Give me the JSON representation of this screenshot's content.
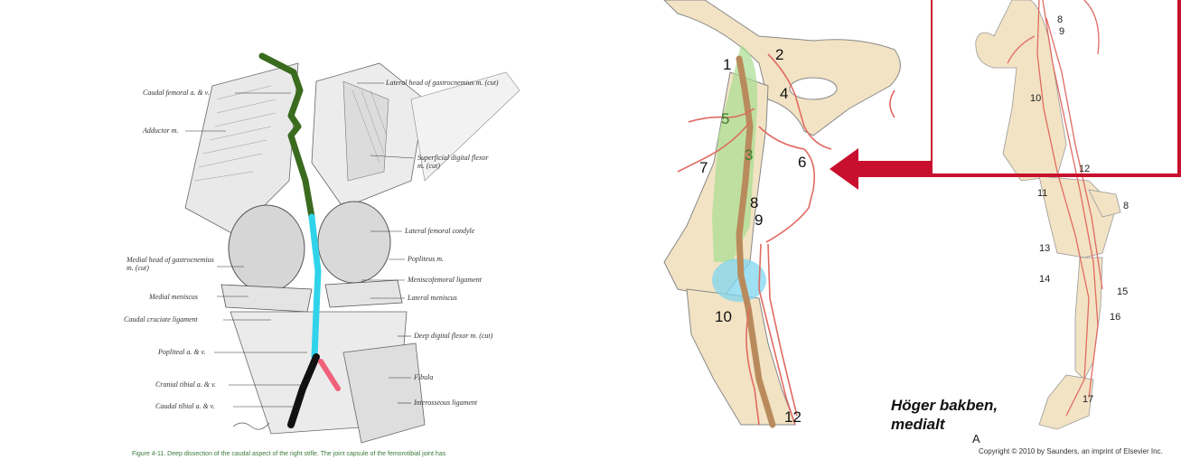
{
  "left_figure": {
    "labels_left": [
      "Caudal femoral a. & v.",
      "Adductor m.",
      "Medial head of gastrocnemius m. (cut)",
      "Medial meniscus",
      "Caudal cruciate ligament",
      "Popliteal a. & v.",
      "Cranial tibial a. & v.",
      "Caudal tibial a. & v."
    ],
    "labels_right": [
      "Lateral head of gastrocnemius m. (cut)",
      "Superficial digital flexor m. (cut)",
      "Lateral femoral condyle",
      "Popliteus m.",
      "Meniscofemoral ligament",
      "Lateral meniscus",
      "Deep digital flexor m. (cut)",
      "Fibula",
      "Interosseous ligament"
    ],
    "figure_caption": "Figure 4-11. Deep dissection of the caudal aspect of the right stifle. The joint capsule of the femorotibial joint has"
  },
  "middle_figure": {
    "numbers": [
      "1",
      "2",
      "3",
      "4",
      "5",
      "6",
      "7",
      "8",
      "9",
      "10",
      "12"
    ],
    "colors": {
      "bone": "#f2e3c4",
      "artery": "#e06b62",
      "main_vessel": "#b98b5c",
      "green_highlight": "#9fd88b",
      "blue_highlight": "#7fd6ef"
    }
  },
  "right_figure": {
    "numbers": [
      "8",
      "9",
      "10",
      "12",
      "11",
      "8",
      "13",
      "14",
      "15",
      "16",
      "17"
    ],
    "panel_letter": "A",
    "copyright": "Copyright © 2010 by Saunders, an imprint of Elsevier Inc.",
    "frame_color": "#c8102e"
  },
  "caption": {
    "line1": "Höger bakben,",
    "line2": "medialt"
  }
}
